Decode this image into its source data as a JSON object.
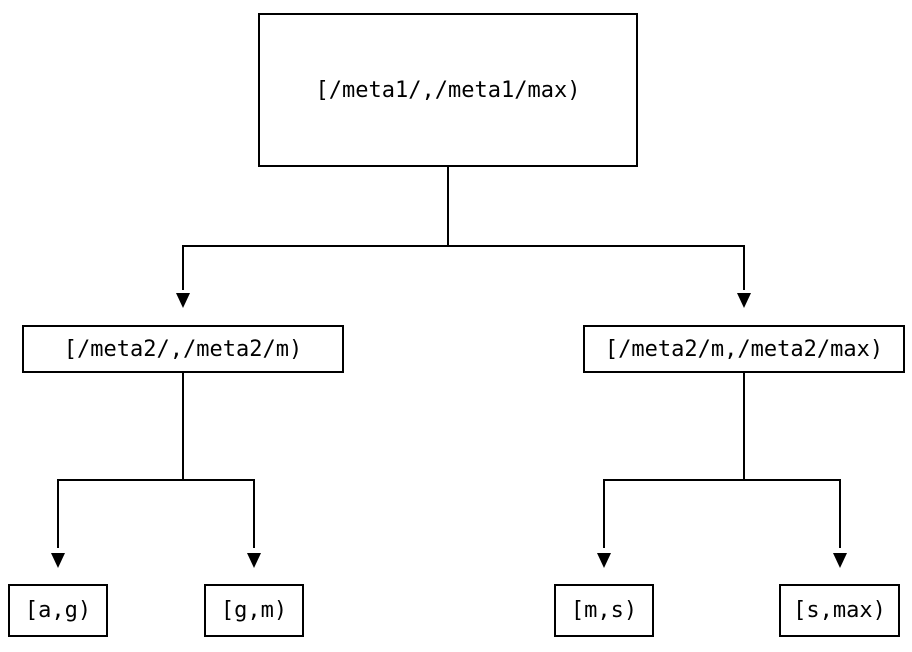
{
  "diagram": {
    "type": "tree",
    "background_color": "#ffffff",
    "border_color": "#000000",
    "line_color": "#000000",
    "text_color": "#000000",
    "nodes": {
      "root": {
        "label": "[/meta1/,/meta1/max)"
      },
      "left": {
        "label": "[/meta2/,/meta2/m)"
      },
      "right": {
        "label": "[/meta2/m,/meta2/max)"
      },
      "leaf_ag": {
        "label": "[a,g)"
      },
      "leaf_gm": {
        "label": "[g,m)"
      },
      "leaf_ms": {
        "label": "[m,s)"
      },
      "leaf_smax": {
        "label": "[s,max)"
      }
    },
    "edges": [
      {
        "from": "root",
        "to": "left"
      },
      {
        "from": "root",
        "to": "right"
      },
      {
        "from": "left",
        "to": "leaf_ag"
      },
      {
        "from": "left",
        "to": "leaf_gm"
      },
      {
        "from": "right",
        "to": "leaf_ms"
      },
      {
        "from": "right",
        "to": "leaf_smax"
      }
    ]
  }
}
